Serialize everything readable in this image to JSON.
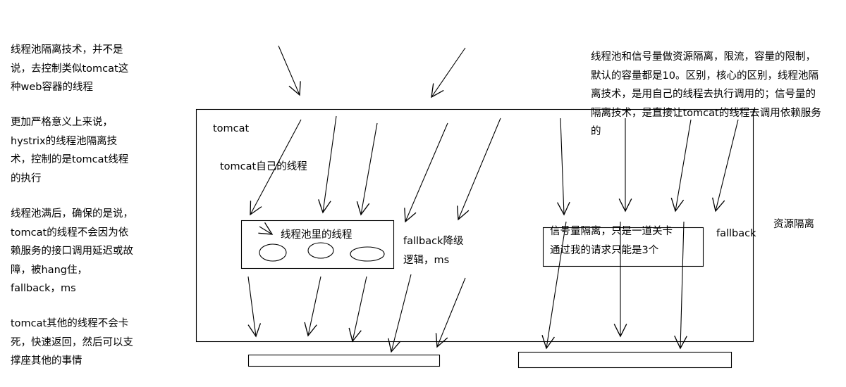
{
  "left_notes": [
    "线程池隔离技术，并不是\n说，去控制类似tomcat这\n种web容器的线程",
    "更加严格意义上来说，\nhystrix的线程池隔离技\n术，控制的是tomcat线程\n的执行",
    "线程池满后，确保的是说，\ntomcat的线程不会因为依\n赖服务的接口调用延迟或故\n障，被hang住，\nfallback，ms",
    "tomcat其他的线程不会卡\n死，快速返回，然后可以支\n撑座其他的事情"
  ],
  "right_note": "线程池和信号量做资源隔离，限流，容量的限制，\n默认的容量都是10。区别，核心的区别，线程池隔\n离技术，是用自己的线程去执行调用的；信号量的\n隔离技术，是直接让tomcat的线程去调用依赖服务\n的",
  "tomcat_label": "tomcat",
  "tomcat_threads_label": "tomcat自己的线程",
  "thread_pool_label": "线程池里的线程",
  "fallback_left": "fallback降级\n逻辑，ms",
  "semaphore_label": "信号量隔离，只是一道关卡\n通过我的请求只能是3个",
  "fallback_right": "fallback",
  "resource_isolation": "资源隔离"
}
